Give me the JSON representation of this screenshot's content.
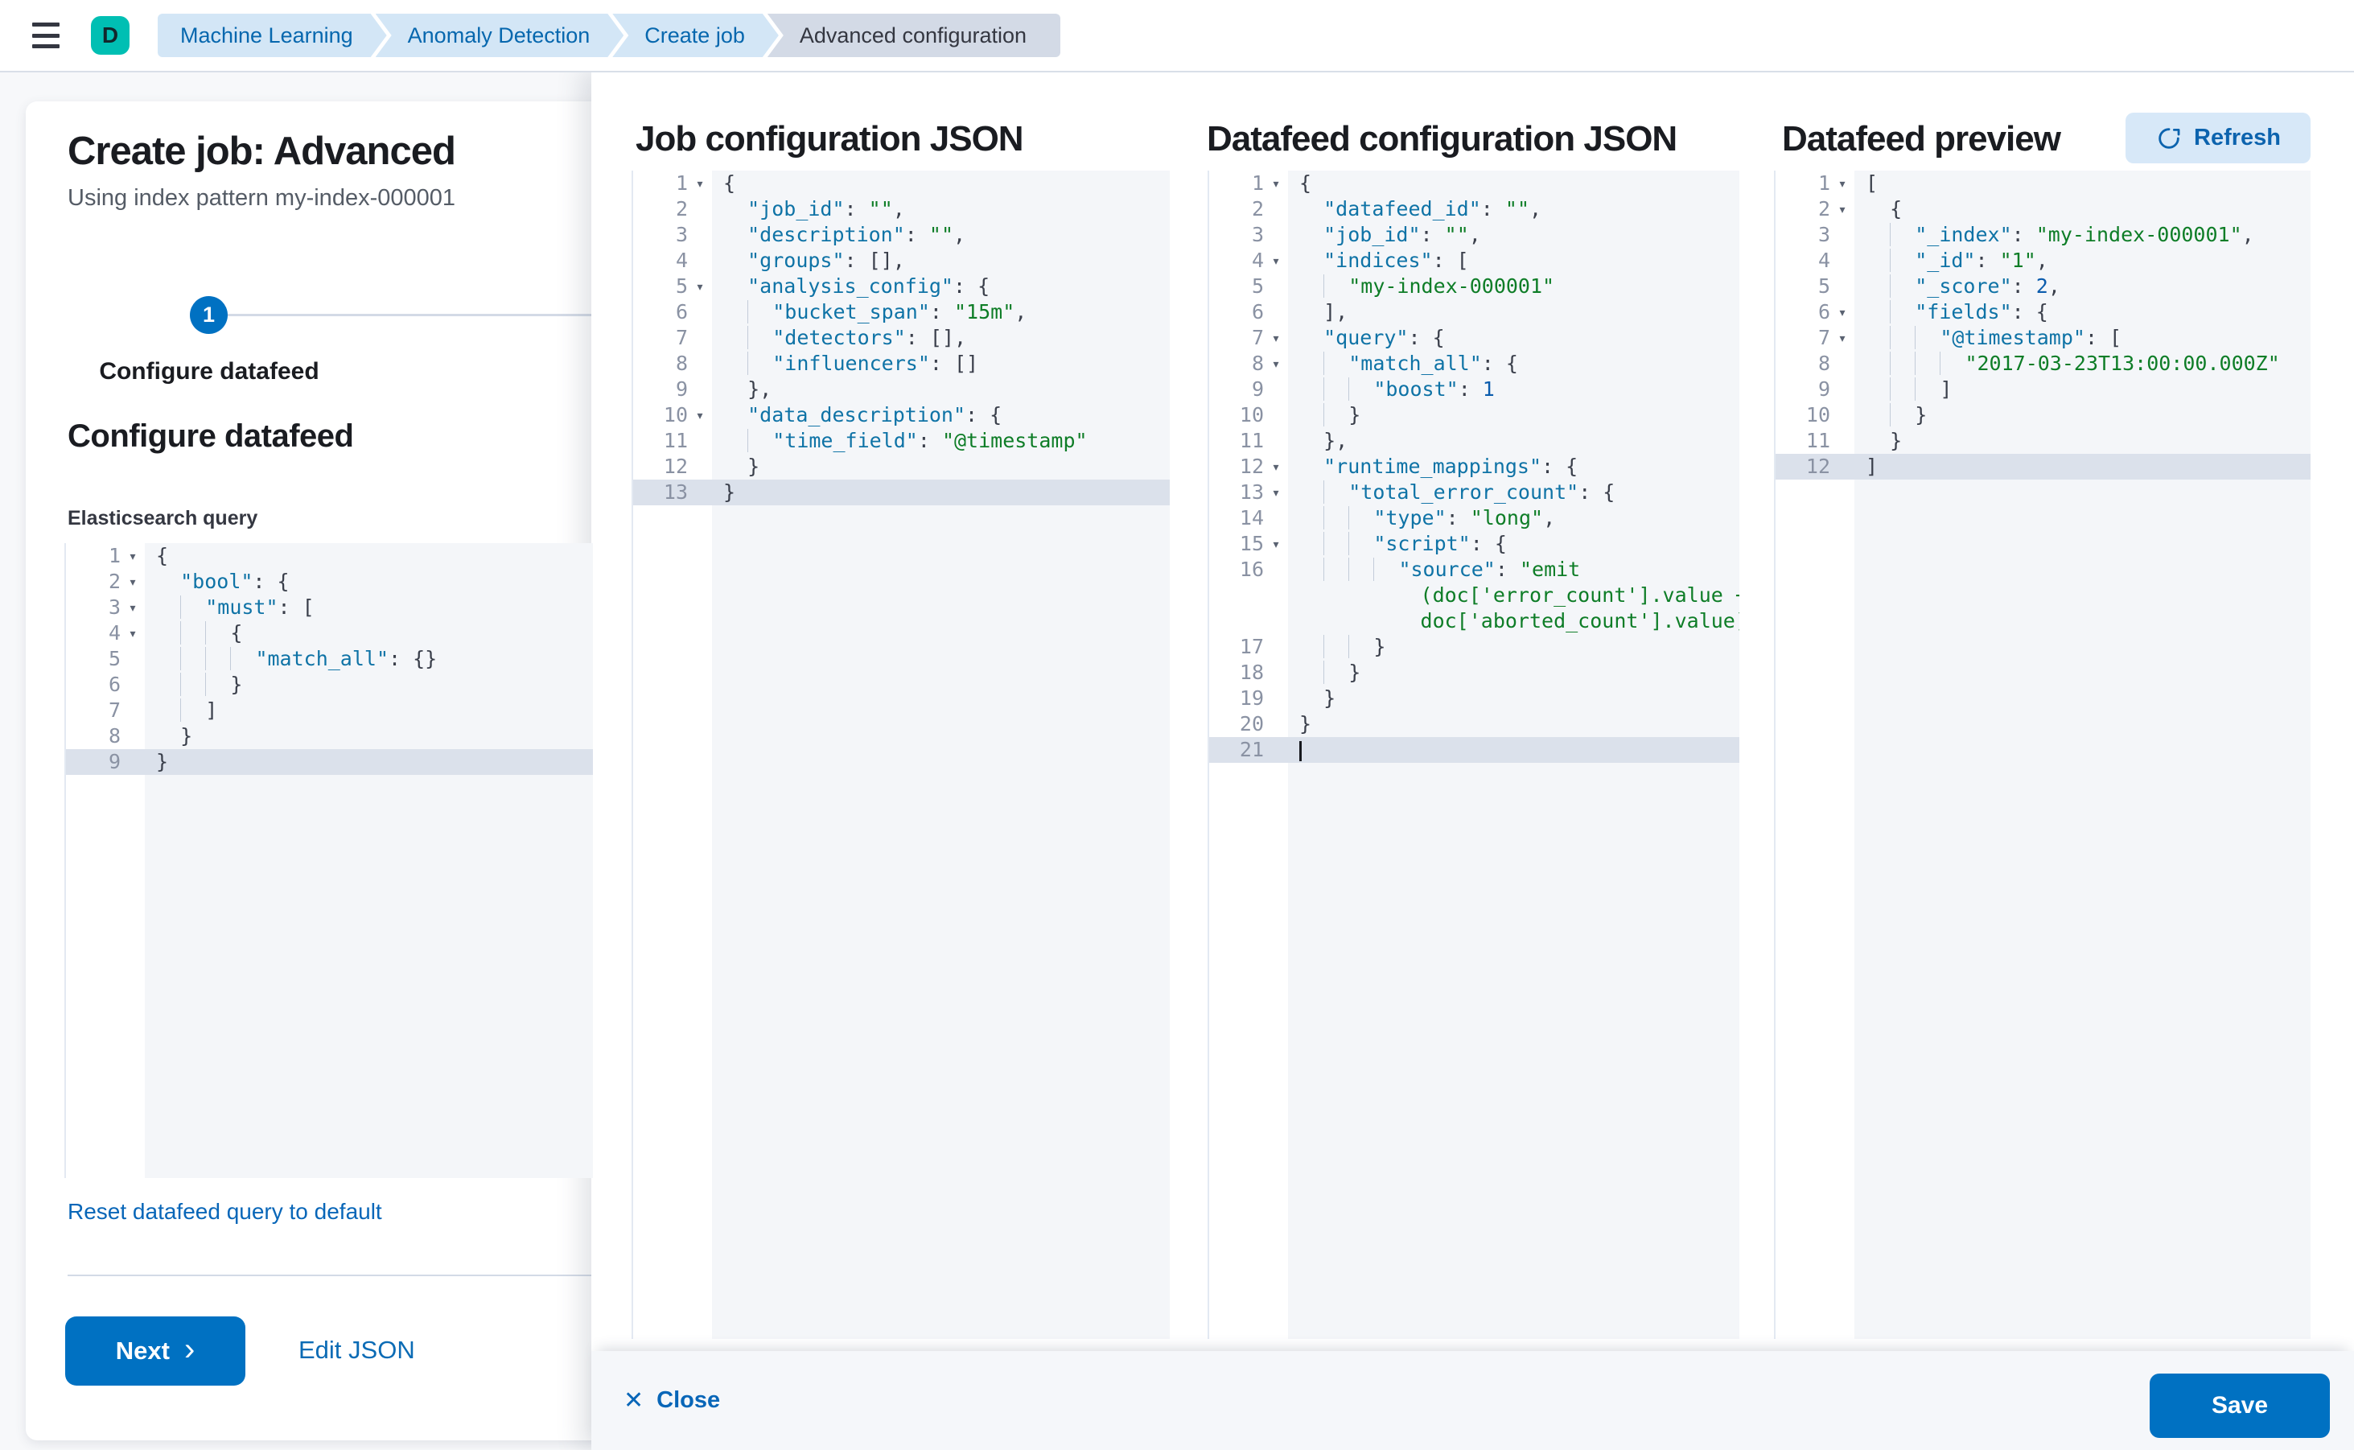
{
  "header": {
    "avatar_label": "D",
    "breadcrumbs": [
      {
        "label": "Machine Learning"
      },
      {
        "label": "Anomaly Detection"
      },
      {
        "label": "Create job"
      },
      {
        "label": "Advanced configuration"
      }
    ]
  },
  "panel": {
    "title": "Create job: Advanced",
    "subtitle": "Using index pattern my-index-000001",
    "step_number": "1",
    "step_label": "Configure datafeed",
    "section_title": "Configure datafeed",
    "query_label": "Elasticsearch query",
    "reset_link": "Reset datafeed query to default",
    "next_label": "Next",
    "next_chevron": "›",
    "edit_json_label": "Edit JSON"
  },
  "flyout": {
    "col1_title": "Job configuration JSON",
    "col2_title": "Datafeed configuration JSON",
    "col3_title": "Datafeed preview",
    "refresh_label": "Refresh",
    "close_label": "Close",
    "close_icon": "✕",
    "save_label": "Save"
  },
  "colors": {
    "primary": "#0071C2",
    "avatar_teal": "#00BFB3",
    "breadcrumb_blue_bg": "#D3E6F6",
    "breadcrumb_blue_text": "#0667AE",
    "breadcrumb_gray_bg": "#D3DAE6",
    "editor_content_bg": "#F4F6F9",
    "editor_active_line": "#DBE1EB",
    "code_key": "#0F73A6",
    "code_string": "#0E7D27",
    "code_number": "#0B5CAD",
    "refresh_btn_bg": "#D7E8F8"
  },
  "editors": {
    "q": {
      "active": 8,
      "rows": [
        {
          "n": "1",
          "f": 1,
          "t": [
            [
              "t",
              "{"
            ]
          ]
        },
        {
          "n": "2",
          "f": 1,
          "t": [
            [
              "w",
              "  "
            ],
            [
              "k",
              "\"bool\""
            ],
            [
              "t",
              ": {"
            ]
          ]
        },
        {
          "n": "3",
          "f": 1,
          "t": [
            [
              "w",
              "  "
            ],
            [
              "d",
              "  "
            ],
            [
              "k",
              "\"must\""
            ],
            [
              "t",
              ": ["
            ]
          ]
        },
        {
          "n": "4",
          "f": 1,
          "t": [
            [
              "w",
              "  "
            ],
            [
              "d",
              "  "
            ],
            [
              "d",
              "  "
            ],
            [
              "t",
              "{"
            ]
          ]
        },
        {
          "n": "5",
          "t": [
            [
              "w",
              "  "
            ],
            [
              "d",
              "  "
            ],
            [
              "d",
              "  "
            ],
            [
              "d",
              "  "
            ],
            [
              "k",
              "\"match_all\""
            ],
            [
              "t",
              ": {}"
            ]
          ]
        },
        {
          "n": "6",
          "t": [
            [
              "w",
              "  "
            ],
            [
              "d",
              "  "
            ],
            [
              "d",
              "  "
            ],
            [
              "t",
              "}"
            ]
          ]
        },
        {
          "n": "7",
          "t": [
            [
              "w",
              "  "
            ],
            [
              "d",
              "  "
            ],
            [
              "t",
              "]"
            ]
          ]
        },
        {
          "n": "8",
          "t": [
            [
              "w",
              "  "
            ],
            [
              "t",
              "}"
            ]
          ]
        },
        {
          "n": "9",
          "t": [
            [
              "t",
              "}"
            ]
          ]
        }
      ]
    },
    "j": {
      "active": 12,
      "rows": [
        {
          "n": "1",
          "f": 1,
          "t": [
            [
              "t",
              "{"
            ]
          ]
        },
        {
          "n": "2",
          "t": [
            [
              "w",
              "  "
            ],
            [
              "k",
              "\"job_id\""
            ],
            [
              "t",
              ": "
            ],
            [
              "s",
              "\"\""
            ],
            [
              "t",
              ","
            ]
          ]
        },
        {
          "n": "3",
          "t": [
            [
              "w",
              "  "
            ],
            [
              "k",
              "\"description\""
            ],
            [
              "t",
              ": "
            ],
            [
              "s",
              "\"\""
            ],
            [
              "t",
              ","
            ]
          ]
        },
        {
          "n": "4",
          "t": [
            [
              "w",
              "  "
            ],
            [
              "k",
              "\"groups\""
            ],
            [
              "t",
              ": [],"
            ]
          ]
        },
        {
          "n": "5",
          "f": 1,
          "t": [
            [
              "w",
              "  "
            ],
            [
              "k",
              "\"analysis_config\""
            ],
            [
              "t",
              ": {"
            ]
          ]
        },
        {
          "n": "6",
          "t": [
            [
              "w",
              "  "
            ],
            [
              "d",
              "  "
            ],
            [
              "k",
              "\"bucket_span\""
            ],
            [
              "t",
              ": "
            ],
            [
              "s",
              "\"15m\""
            ],
            [
              "t",
              ","
            ]
          ]
        },
        {
          "n": "7",
          "t": [
            [
              "w",
              "  "
            ],
            [
              "d",
              "  "
            ],
            [
              "k",
              "\"detectors\""
            ],
            [
              "t",
              ": [],"
            ]
          ]
        },
        {
          "n": "8",
          "t": [
            [
              "w",
              "  "
            ],
            [
              "d",
              "  "
            ],
            [
              "k",
              "\"influencers\""
            ],
            [
              "t",
              ": []"
            ]
          ]
        },
        {
          "n": "9",
          "t": [
            [
              "w",
              "  "
            ],
            [
              "t",
              "},"
            ]
          ]
        },
        {
          "n": "10",
          "f": 1,
          "t": [
            [
              "w",
              "  "
            ],
            [
              "k",
              "\"data_description\""
            ],
            [
              "t",
              ": {"
            ]
          ]
        },
        {
          "n": "11",
          "t": [
            [
              "w",
              "  "
            ],
            [
              "d",
              "  "
            ],
            [
              "k",
              "\"time_field\""
            ],
            [
              "t",
              ": "
            ],
            [
              "s",
              "\"@timestamp\""
            ]
          ]
        },
        {
          "n": "12",
          "t": [
            [
              "w",
              "  "
            ],
            [
              "t",
              "}"
            ]
          ]
        },
        {
          "n": "13",
          "t": [
            [
              "t",
              "}"
            ]
          ]
        }
      ]
    },
    "d": {
      "active": 22,
      "rows": [
        {
          "n": "1",
          "f": 1,
          "t": [
            [
              "t",
              "{"
            ]
          ]
        },
        {
          "n": "2",
          "t": [
            [
              "w",
              "  "
            ],
            [
              "k",
              "\"datafeed_id\""
            ],
            [
              "t",
              ": "
            ],
            [
              "s",
              "\"\""
            ],
            [
              "t",
              ","
            ]
          ]
        },
        {
          "n": "3",
          "t": [
            [
              "w",
              "  "
            ],
            [
              "k",
              "\"job_id\""
            ],
            [
              "t",
              ": "
            ],
            [
              "s",
              "\"\""
            ],
            [
              "t",
              ","
            ]
          ]
        },
        {
          "n": "4",
          "f": 1,
          "t": [
            [
              "w",
              "  "
            ],
            [
              "k",
              "\"indices\""
            ],
            [
              "t",
              ": ["
            ]
          ]
        },
        {
          "n": "5",
          "t": [
            [
              "w",
              "  "
            ],
            [
              "d",
              "  "
            ],
            [
              "s",
              "\"my-index-000001\""
            ]
          ]
        },
        {
          "n": "6",
          "t": [
            [
              "w",
              "  "
            ],
            [
              "t",
              "],"
            ]
          ]
        },
        {
          "n": "7",
          "f": 1,
          "t": [
            [
              "w",
              "  "
            ],
            [
              "k",
              "\"query\""
            ],
            [
              "t",
              ": {"
            ]
          ]
        },
        {
          "n": "8",
          "f": 1,
          "t": [
            [
              "w",
              "  "
            ],
            [
              "d",
              "  "
            ],
            [
              "k",
              "\"match_all\""
            ],
            [
              "t",
              ": {"
            ]
          ]
        },
        {
          "n": "9",
          "t": [
            [
              "w",
              "  "
            ],
            [
              "d",
              "  "
            ],
            [
              "d",
              "  "
            ],
            [
              "k",
              "\"boost\""
            ],
            [
              "t",
              ": "
            ],
            [
              "n",
              "1"
            ]
          ]
        },
        {
          "n": "10",
          "t": [
            [
              "w",
              "  "
            ],
            [
              "d",
              "  "
            ],
            [
              "t",
              "}"
            ]
          ]
        },
        {
          "n": "11",
          "t": [
            [
              "w",
              "  "
            ],
            [
              "t",
              "},"
            ]
          ]
        },
        {
          "n": "12",
          "f": 1,
          "t": [
            [
              "w",
              "  "
            ],
            [
              "k",
              "\"runtime_mappings\""
            ],
            [
              "t",
              ": {"
            ]
          ]
        },
        {
          "n": "13",
          "f": 1,
          "t": [
            [
              "w",
              "  "
            ],
            [
              "d",
              "  "
            ],
            [
              "k",
              "\"total_error_count\""
            ],
            [
              "t",
              ": {"
            ]
          ]
        },
        {
          "n": "14",
          "t": [
            [
              "w",
              "  "
            ],
            [
              "d",
              "  "
            ],
            [
              "d",
              "  "
            ],
            [
              "k",
              "\"type\""
            ],
            [
              "t",
              ": "
            ],
            [
              "s",
              "\"long\""
            ],
            [
              "t",
              ","
            ]
          ]
        },
        {
          "n": "15",
          "f": 1,
          "t": [
            [
              "w",
              "  "
            ],
            [
              "d",
              "  "
            ],
            [
              "d",
              "  "
            ],
            [
              "k",
              "\"script\""
            ],
            [
              "t",
              ": {"
            ]
          ]
        },
        {
          "n": "16",
          "t": [
            [
              "w",
              "  "
            ],
            [
              "d",
              "  "
            ],
            [
              "d",
              "  "
            ],
            [
              "d",
              "  "
            ],
            [
              "k",
              "\"source\""
            ],
            [
              "t",
              ": "
            ],
            [
              "s",
              "\"emit"
            ]
          ]
        },
        {
          "n": "",
          "t": [
            [
              "w",
              "          "
            ],
            [
              "s",
              "(doc['error_count'].value +"
            ]
          ]
        },
        {
          "n": "",
          "t": [
            [
              "w",
              "          "
            ],
            [
              "s",
              "doc['aborted_count'].value)\""
            ]
          ]
        },
        {
          "n": "17",
          "t": [
            [
              "w",
              "  "
            ],
            [
              "d",
              "  "
            ],
            [
              "d",
              "  "
            ],
            [
              "t",
              "}"
            ]
          ]
        },
        {
          "n": "18",
          "t": [
            [
              "w",
              "  "
            ],
            [
              "d",
              "  "
            ],
            [
              "t",
              "}"
            ]
          ]
        },
        {
          "n": "19",
          "t": [
            [
              "w",
              "  "
            ],
            [
              "t",
              "}"
            ]
          ]
        },
        {
          "n": "20",
          "t": [
            [
              "t",
              "}"
            ]
          ]
        },
        {
          "n": "21",
          "t": [
            [
              "c",
              ""
            ]
          ]
        }
      ]
    },
    "p": {
      "active": 11,
      "rows": [
        {
          "n": "1",
          "f": 1,
          "t": [
            [
              "t",
              "["
            ]
          ]
        },
        {
          "n": "2",
          "f": 1,
          "t": [
            [
              "w",
              "  "
            ],
            [
              "t",
              "{"
            ]
          ]
        },
        {
          "n": "3",
          "t": [
            [
              "w",
              "  "
            ],
            [
              "d",
              "  "
            ],
            [
              "k",
              "\"_index\""
            ],
            [
              "t",
              ": "
            ],
            [
              "s",
              "\"my-index-000001\""
            ],
            [
              "t",
              ","
            ]
          ]
        },
        {
          "n": "4",
          "t": [
            [
              "w",
              "  "
            ],
            [
              "d",
              "  "
            ],
            [
              "k",
              "\"_id\""
            ],
            [
              "t",
              ": "
            ],
            [
              "s",
              "\"1\""
            ],
            [
              "t",
              ","
            ]
          ]
        },
        {
          "n": "5",
          "t": [
            [
              "w",
              "  "
            ],
            [
              "d",
              "  "
            ],
            [
              "k",
              "\"_score\""
            ],
            [
              "t",
              ": "
            ],
            [
              "n",
              "2"
            ],
            [
              "t",
              ","
            ]
          ]
        },
        {
          "n": "6",
          "f": 1,
          "t": [
            [
              "w",
              "  "
            ],
            [
              "d",
              "  "
            ],
            [
              "k",
              "\"fields\""
            ],
            [
              "t",
              ": {"
            ]
          ]
        },
        {
          "n": "7",
          "f": 1,
          "t": [
            [
              "w",
              "  "
            ],
            [
              "d",
              "  "
            ],
            [
              "d",
              "  "
            ],
            [
              "k",
              "\"@timestamp\""
            ],
            [
              "t",
              ": ["
            ]
          ]
        },
        {
          "n": "8",
          "t": [
            [
              "w",
              "  "
            ],
            [
              "d",
              "  "
            ],
            [
              "d",
              "  "
            ],
            [
              "d",
              "  "
            ],
            [
              "s",
              "\"2017-03-23T13:00:00.000Z\""
            ]
          ]
        },
        {
          "n": "9",
          "t": [
            [
              "w",
              "  "
            ],
            [
              "d",
              "  "
            ],
            [
              "d",
              "  "
            ],
            [
              "t",
              "]"
            ]
          ]
        },
        {
          "n": "10",
          "t": [
            [
              "w",
              "  "
            ],
            [
              "d",
              "  "
            ],
            [
              "t",
              "}"
            ]
          ]
        },
        {
          "n": "11",
          "t": [
            [
              "w",
              "  "
            ],
            [
              "t",
              "}"
            ]
          ]
        },
        {
          "n": "12",
          "t": [
            [
              "t",
              "]"
            ]
          ]
        }
      ]
    }
  }
}
